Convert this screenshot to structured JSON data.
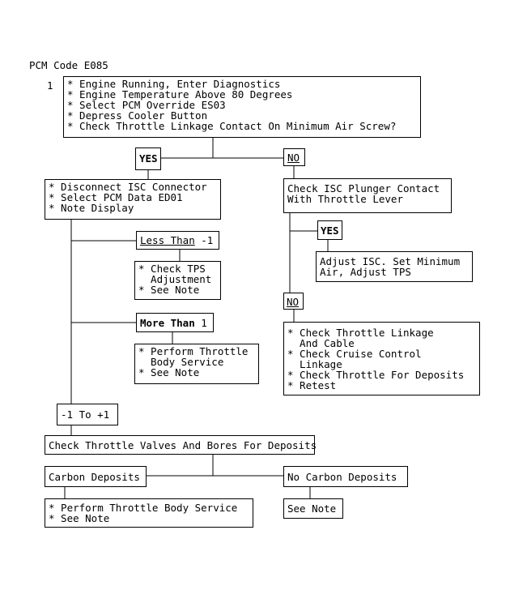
{
  "title": "PCM Code E085",
  "step_number": "1",
  "step1_text": "* Engine Running, Enter Diagnostics\n* Engine Temperature Above 80 Degrees\n* Select PCM Override ES03\n* Depress Cooler Button\n* Check Throttle Linkage Contact On Minimum Air Screw?",
  "yes_label": "YES",
  "no_label": "NO",
  "left_yes_box_text": "* Disconnect ISC Connector\n* Select PCM Data ED01\n* Note Display",
  "less_than": {
    "label": "Less Than",
    "value": "-1"
  },
  "check_tps_text": "* Check TPS\n  Adjustment\n* See Note",
  "more_than": {
    "label": "More Than",
    "value": "1"
  },
  "perform_throttle_text": "* Perform Throttle\n  Body Service\n* See Note",
  "range_label": "-1 To +1",
  "check_valves_text": "Check Throttle Valves And Bores For Deposits",
  "carbon_deposits": "Carbon Deposits",
  "carbon_action_text": "* Perform Throttle Body Service\n* See Note",
  "no_carbon_deposits": "No Carbon Deposits",
  "see_note": "See Note",
  "isc_plunger_text": "Check ISC Plunger Contact\nWith Throttle Lever",
  "yes2_label": "YES",
  "adjust_isc_text": "Adjust ISC. Set Minimum\nAir, Adjust TPS",
  "no2_label": "NO",
  "linkage_text": "* Check Throttle Linkage\n  And Cable\n* Check Cruise Control\n  Linkage\n* Check Throttle For Deposits\n* Retest"
}
